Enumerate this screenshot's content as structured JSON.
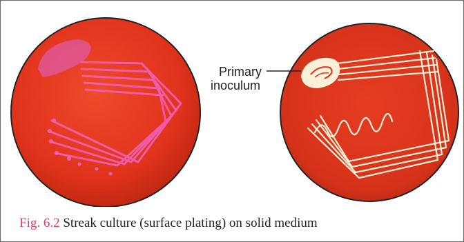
{
  "figure": {
    "annotation_line1": "Primary",
    "annotation_line2": "inoculum",
    "caption_number": "Fig. 6.2",
    "caption_text": " Streak culture (surface plating) on solid medium"
  },
  "colors": {
    "plate_fill": "#e8341c",
    "colony_streaks": "#f25fb4",
    "schematic_lines": "#fdf0d8",
    "caption_accent": "#d9436b"
  }
}
